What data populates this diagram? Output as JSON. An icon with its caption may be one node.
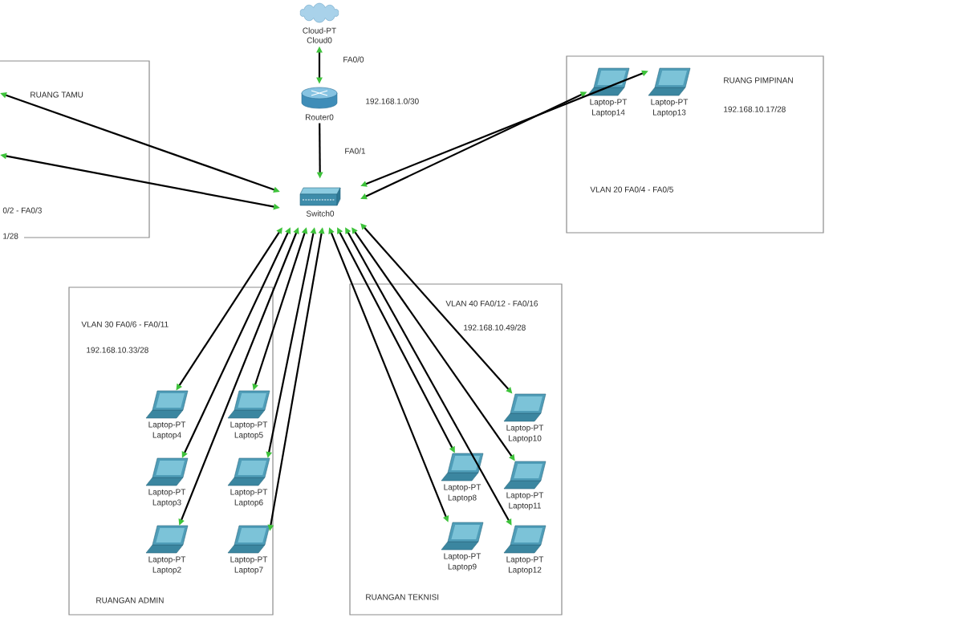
{
  "diagram": {
    "nodes": [
      {
        "text": [
          "Cloud-PT",
          "Cloud0"
        ]
      },
      {
        "text": [
          "Router0"
        ]
      },
      {
        "text": [
          "Switch0"
        ]
      },
      {
        "text": [
          "RUANG TAMU",
          "0/2 - FA0/3",
          "1/28"
        ]
      },
      {
        "text": [
          "RUANG PIMPINAN",
          "192.168.10.17/28",
          "VLAN 20 FA0/4 - FA0/5"
        ]
      },
      {
        "text": [
          "Laptop-PT",
          "Laptop14"
        ],
        "in": 4
      },
      {
        "text": [
          "Laptop-PT",
          "Laptop13"
        ],
        "in": 4
      },
      {
        "text": [
          "VLAN 30 FA0/6 - FA0/11",
          "192.168.10.33/28",
          "RUANGAN ADMIN"
        ]
      },
      {
        "text": [
          "Laptop-PT",
          "Laptop4"
        ],
        "in": 7
      },
      {
        "text": [
          "Laptop-PT",
          "Laptop5"
        ],
        "in": 7
      },
      {
        "text": [
          "Laptop-PT",
          "Laptop3"
        ],
        "in": 7
      },
      {
        "text": [
          "Laptop-PT",
          "Laptop6"
        ],
        "in": 7
      },
      {
        "text": [
          "Laptop-PT",
          "Laptop2"
        ],
        "in": 7
      },
      {
        "text": [
          "Laptop-PT",
          "Laptop7"
        ],
        "in": 7
      },
      {
        "text": [
          "VLAN 40 FA0/12 - FA0/16",
          "192.168.10.49/28",
          "RUANGAN TEKNISI"
        ]
      },
      {
        "text": [
          "Laptop-PT",
          "Laptop10"
        ],
        "in": 14
      },
      {
        "text": [
          "Laptop-PT",
          "Laptop8"
        ],
        "in": 14
      },
      {
        "text": [
          "Laptop-PT",
          "Laptop11"
        ],
        "in": 14
      },
      {
        "text": [
          "Laptop-PT",
          "Laptop9"
        ],
        "in": 14
      },
      {
        "text": [
          "Laptop-PT",
          "Laptop12"
        ],
        "in": 14
      }
    ],
    "edges": [
      {
        "from": 0,
        "to": 1,
        "arrow": "both"
      },
      {
        "from": 1,
        "to": 2,
        "arrow": "to"
      },
      {
        "from": 3,
        "to": 2,
        "arrow": "both"
      },
      {
        "from": 3,
        "to": 2,
        "arrow": "both"
      },
      {
        "from": 2,
        "to": 5,
        "arrow": "both"
      },
      {
        "from": 2,
        "to": 6,
        "arrow": "both"
      },
      {
        "from": 2,
        "to": 8,
        "arrow": "both"
      },
      {
        "from": 2,
        "to": 9,
        "arrow": "both"
      },
      {
        "from": 2,
        "to": 10,
        "arrow": "both"
      },
      {
        "from": 2,
        "to": 11,
        "arrow": "both"
      },
      {
        "from": 2,
        "to": 12,
        "arrow": "both"
      },
      {
        "from": 2,
        "to": 13,
        "arrow": "both"
      },
      {
        "from": 2,
        "to": 15,
        "arrow": "both"
      },
      {
        "from": 2,
        "to": 16,
        "arrow": "both"
      },
      {
        "from": 2,
        "to": 17,
        "arrow": "both"
      },
      {
        "from": 2,
        "to": 18,
        "arrow": "both"
      },
      {
        "from": 2,
        "to": 19,
        "arrow": "both"
      }
    ],
    "labels": [
      "FA0/0",
      "192.168.1.0/30",
      "FA0/1"
    ]
  }
}
